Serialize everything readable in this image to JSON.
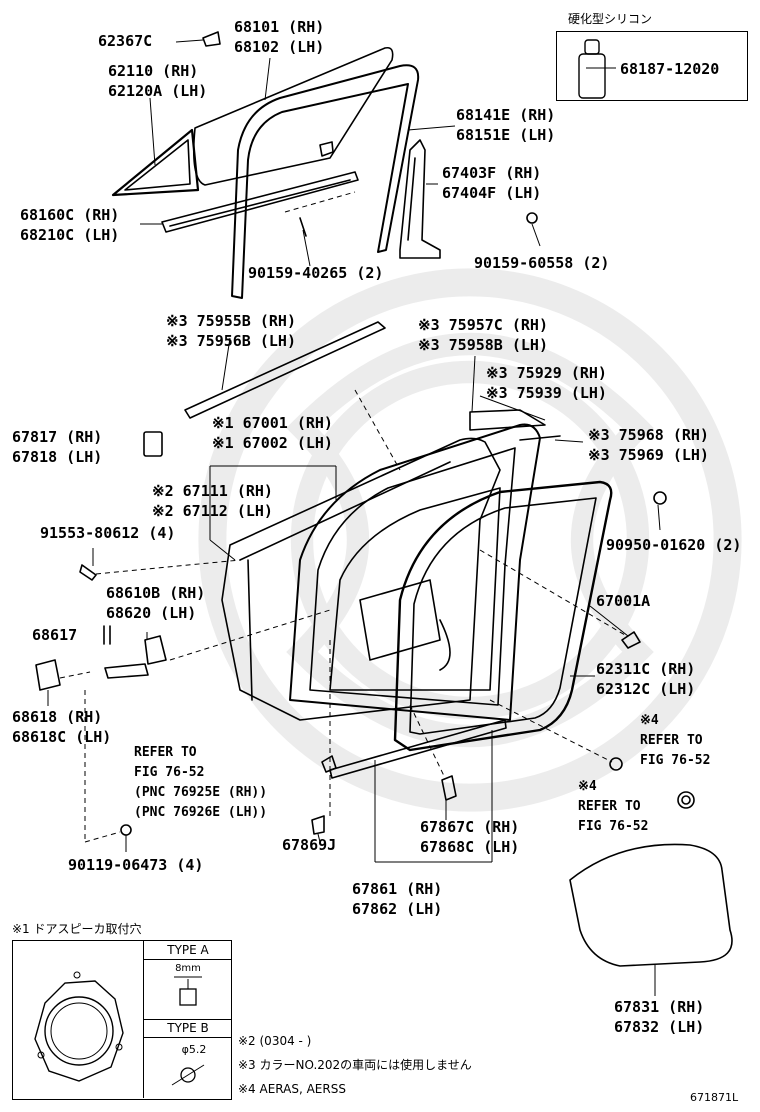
{
  "diagram": {
    "inset_title": "硬化型シリコン",
    "labels": {
      "p62367C": "62367C",
      "p68101": "68101 (RH)",
      "p68102": "68102 (LH)",
      "p62110": "62110 (RH)",
      "p62120A": "62120A (LH)",
      "p68187": "68187-12020",
      "p68141E": "68141E (RH)",
      "p68151E": "68151E (LH)",
      "p67403F": "67403F (RH)",
      "p67404F": "67404F (LH)",
      "p68160C": "68160C (RH)",
      "p68210C": "68210C (LH)",
      "p90159_40265": "90159-40265 (2)",
      "p90159_60558": "90159-60558 (2)",
      "p75955B": "※3 75955B (RH)",
      "p75956B": "※3 75956B (LH)",
      "p75957C": "※3 75957C (RH)",
      "p75958B": "※3 75958B (LH)",
      "p75929": "※3 75929 (RH)",
      "p75939": "※3 75939 (LH)",
      "p67817": "67817 (RH)",
      "p67818": "67818 (LH)",
      "p67001": "※1 67001 (RH)",
      "p67002": "※1 67002 (LH)",
      "p75968": "※3 75968 (RH)",
      "p75969": "※3 75969 (LH)",
      "p67111": "※2 67111 (RH)",
      "p67112": "※2 67112 (LH)",
      "p91553": "91553-80612 (4)",
      "p90950": "90950-01620 (2)",
      "p68610B": "68610B (RH)",
      "p68620": "68620 (LH)",
      "p67001A": "67001A",
      "p68617": "68617",
      "p62311C": "62311C (RH)",
      "p62312C": "62312C (LH)",
      "p68618": "68618 (RH)",
      "p68618C": "68618C (LH)",
      "ref1_a": "REFER TO",
      "ref1_b": "FIG 76-52",
      "pnc1": "(PNC 76925E (RH))",
      "pnc2": "(PNC 76926E (LH))",
      "ref2_n": "※4",
      "ref2_a": "REFER TO",
      "ref2_b": "FIG 76-52",
      "ref3_n": "※4",
      "ref3_a": "REFER TO",
      "ref3_b": "FIG 76-52",
      "p67869J": "67869J",
      "p67867C": "67867C (RH)",
      "p67868C": "67868C (LH)",
      "p90119": "90119-06473 (4)",
      "p67861": "67861 (RH)",
      "p67862": "67862 (LH)",
      "p67831": "67831 (RH)",
      "p67832": "67832 (LH)"
    },
    "notes": {
      "n1": "※1 ドアスピーカ取付穴",
      "type_a": "TYPE A",
      "type_b": "TYPE B",
      "dim_a": "8mm",
      "dim_b": "φ5.2",
      "n2": "※2 (0304 -        )",
      "n3": "※3 カラーNO.202の車両には使用しません",
      "n4": "※4 AERAS, AERSS"
    },
    "figure_id": "671871L"
  }
}
